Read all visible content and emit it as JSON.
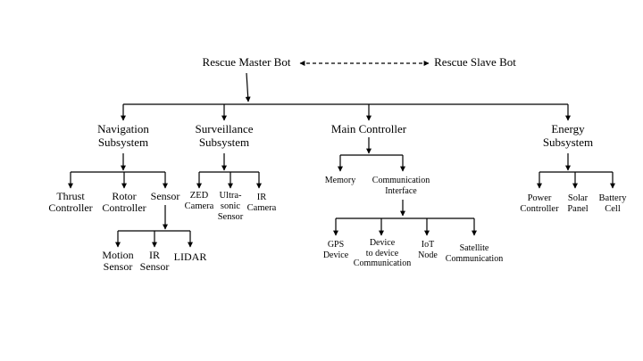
{
  "diagram": {
    "master": "Rescue Master Bot",
    "slave": "Rescue Slave Bot",
    "subsystems": {
      "navigation": {
        "line1": "Navigation",
        "line2": "Subsystem"
      },
      "surveillance": {
        "line1": "Surveillance",
        "line2": "Subsystem"
      },
      "main_controller": "Main Controller",
      "energy": {
        "line1": "Energy",
        "line2": "Subsystem"
      }
    },
    "navigation": {
      "thrust": {
        "line1": "Thrust",
        "line2": "Controller"
      },
      "rotor": {
        "line1": "Rotor",
        "line2": "Controller"
      },
      "sensor": "Sensor",
      "sensor_children": {
        "motion": {
          "line1": "Motion",
          "line2": "Sensor"
        },
        "ir": {
          "line1": "IR",
          "line2": "Sensor"
        },
        "lidar": "LIDAR"
      }
    },
    "surveillance": {
      "zed": {
        "line1": "ZED",
        "line2": "Camera"
      },
      "ultrasonic": {
        "line1": "Ultra-",
        "line2": "sonic",
        "line3": "Sensor"
      },
      "ir_camera": {
        "line1": "IR",
        "line2": "Camera"
      }
    },
    "main": {
      "memory": "Memory",
      "comm": {
        "line1": "Communication",
        "line2": "Interface"
      },
      "comm_children": {
        "gps": {
          "line1": "GPS",
          "line2": "Device"
        },
        "d2d": {
          "line1": "Device",
          "line2": "to device",
          "line3": "Communication"
        },
        "iot": {
          "line1": "IoT",
          "line2": "Node"
        },
        "satellite": {
          "line1": "Satellite",
          "line2": "Communication"
        }
      }
    },
    "energy": {
      "power": {
        "line1": "Power",
        "line2": "Controller"
      },
      "solar": {
        "line1": "Solar",
        "line2": "Panel"
      },
      "battery": {
        "line1": "Battery",
        "line2": "Cell"
      }
    }
  }
}
